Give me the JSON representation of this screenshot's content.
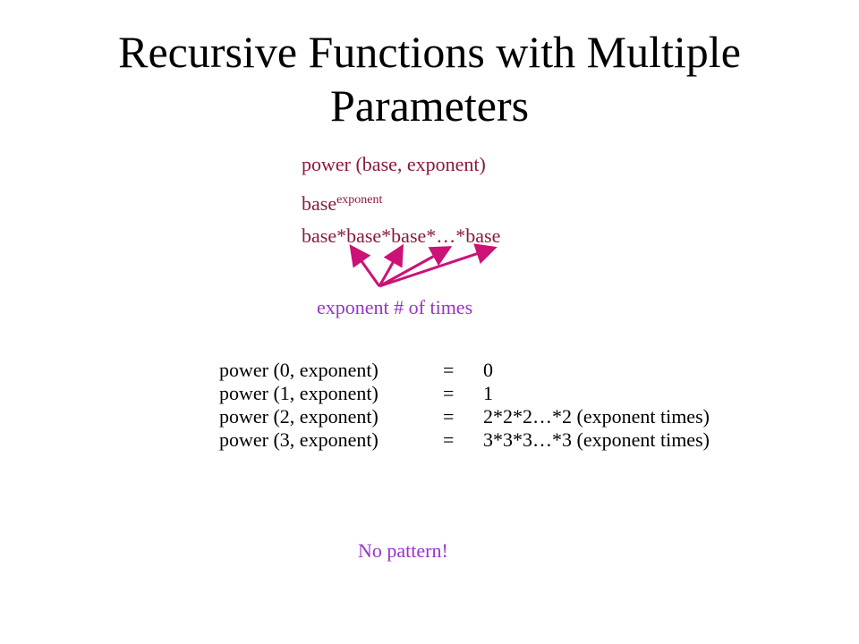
{
  "slide": {
    "title_line1": "Recursive Functions with Multiple",
    "title_line2": "Parameters",
    "signature": "power (base, exponent)",
    "expr_base": "base",
    "expr_exponent": "exponent",
    "expansion": "base*base*base*…*base",
    "arrow_label": "exponent # of times",
    "equations": [
      {
        "lhs": "power (0, exponent)",
        "op": "=",
        "rhs": "0"
      },
      {
        "lhs": "power (1, exponent)",
        "op": "=",
        "rhs": "1"
      },
      {
        "lhs": "power (2, exponent)",
        "op": "=",
        "rhs": "2*2*2…*2 (exponent times)"
      },
      {
        "lhs": "power (3, exponent)",
        "op": "=",
        "rhs": "3*3*3…*3 (exponent times)"
      }
    ],
    "note": "No pattern!"
  },
  "colors": {
    "maroon_text": "#8b1a3a",
    "purple_text": "#9933cc",
    "arrow": "#cc1177"
  }
}
